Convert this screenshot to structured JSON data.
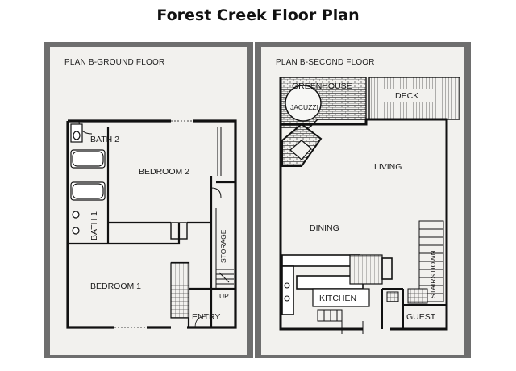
{
  "page_title": "Forest Creek Floor Plan",
  "ground_floor": {
    "plan_title": "PLAN B-GROUND FLOOR",
    "rooms": {
      "bath2": "BATH 2",
      "bedroom2": "BEDROOM 2",
      "bath1": "BATH 1",
      "bedroom1": "BEDROOM 1",
      "storage": "STORAGE",
      "up": "UP",
      "entry": "ENTRY"
    }
  },
  "second_floor": {
    "plan_title": "PLAN B-SECOND FLOOR",
    "rooms": {
      "greenhouse": "GREENHOUSE",
      "jacuzzi": "JACUZZI",
      "deck": "DECK",
      "living": "LIVING",
      "dining": "DINING",
      "stairs_down": "STAIRS DOWN",
      "kitchen": "KITCHEN",
      "guest": "GUEST"
    }
  }
}
